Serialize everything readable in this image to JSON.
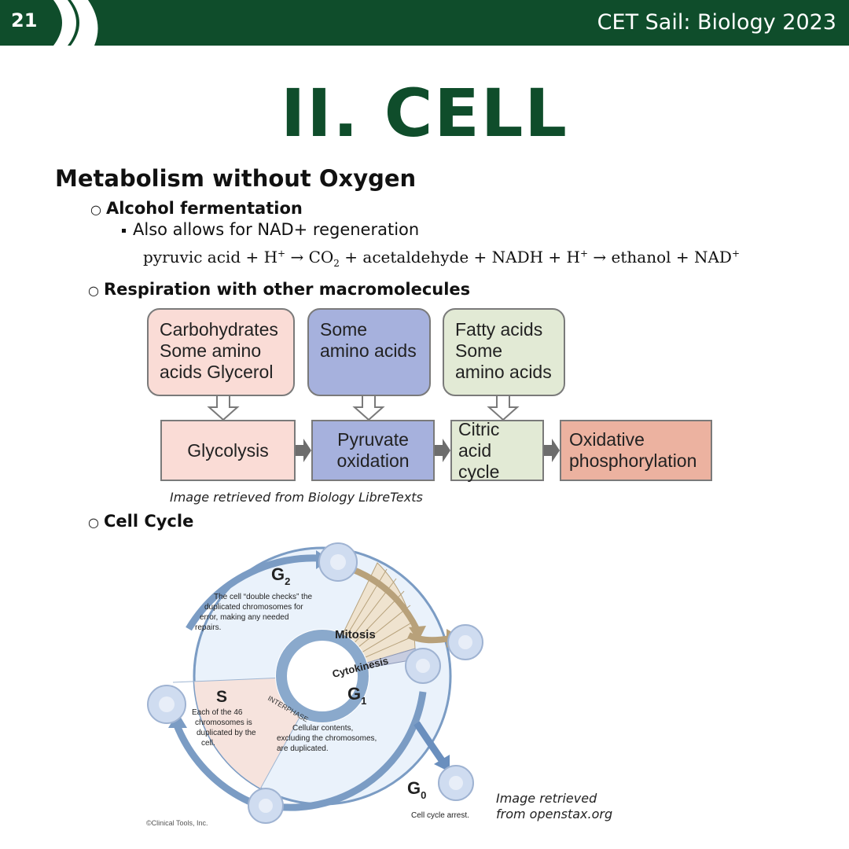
{
  "header": {
    "page_number": "21",
    "title": "CET Sail: Biology 2023"
  },
  "main_title": "II. CELL",
  "section": {
    "heading": "Metabolism without Oxygen",
    "alcohol": {
      "label": "Alcohol fermentation",
      "sub": "Also allows for NAD+ regeneration",
      "equation": {
        "p1": "pyruvic acid + H",
        "p2": " → CO",
        "p3": " + acetaldehyde + NADH + H",
        "p4": " → ethanol + NAD",
        "plus": "+",
        "two": "2"
      }
    },
    "respiration": {
      "label": "Respiration with other macromolecules",
      "inputs": [
        {
          "text": "Carbohydrates Some amino acids Glycerol",
          "color": "#fadcd6"
        },
        {
          "text": "Some amino acids",
          "color": "#a6b1dd"
        },
        {
          "text": "Fatty acids Some amino acids",
          "color": "#e2ead5"
        }
      ],
      "stages": [
        {
          "text": "Glycolysis",
          "color": "#fadcd6"
        },
        {
          "text": "Pyruvate oxidation",
          "color": "#a6b1dd"
        },
        {
          "text": "Citric acid cycle",
          "color": "#e2ead5"
        },
        {
          "text": "Oxidative phosphorylation",
          "color": "#ecb2a0"
        }
      ],
      "caption": "Image retrieved from Biology LibreTexts"
    },
    "cell_cycle": {
      "label": "Cell Cycle",
      "g2": {
        "label": "G",
        "sub": "2",
        "desc1": "The cell “double checks” the",
        "desc2": "duplicated chromosomes for",
        "desc3": "error, making any needed",
        "desc4": "repairs."
      },
      "mitosis": "Mitosis",
      "cytokinesis": "Cytokinesis",
      "interphase": "INTERPHASE",
      "s": {
        "label": "S",
        "desc1": "Each of the 46",
        "desc2": "chromosomes is",
        "desc3": "duplicated by the",
        "desc4": "cell."
      },
      "g1": {
        "label": "G",
        "sub": "1",
        "desc1": "Cellular contents,",
        "desc2": "excluding the chromosomes,",
        "desc3": "are duplicated."
      },
      "g0": {
        "label": "G",
        "sub": "0",
        "desc": "Cell cycle arrest."
      },
      "copyright": "©Clinical Tools, Inc.",
      "caption1": "Image retrieved",
      "caption2": "from openstax.org"
    }
  },
  "colors": {
    "brand_green": "#0f4d2b",
    "cycle_blue": "#7b9cc4",
    "mitosis_tan": "#efe3cf"
  }
}
